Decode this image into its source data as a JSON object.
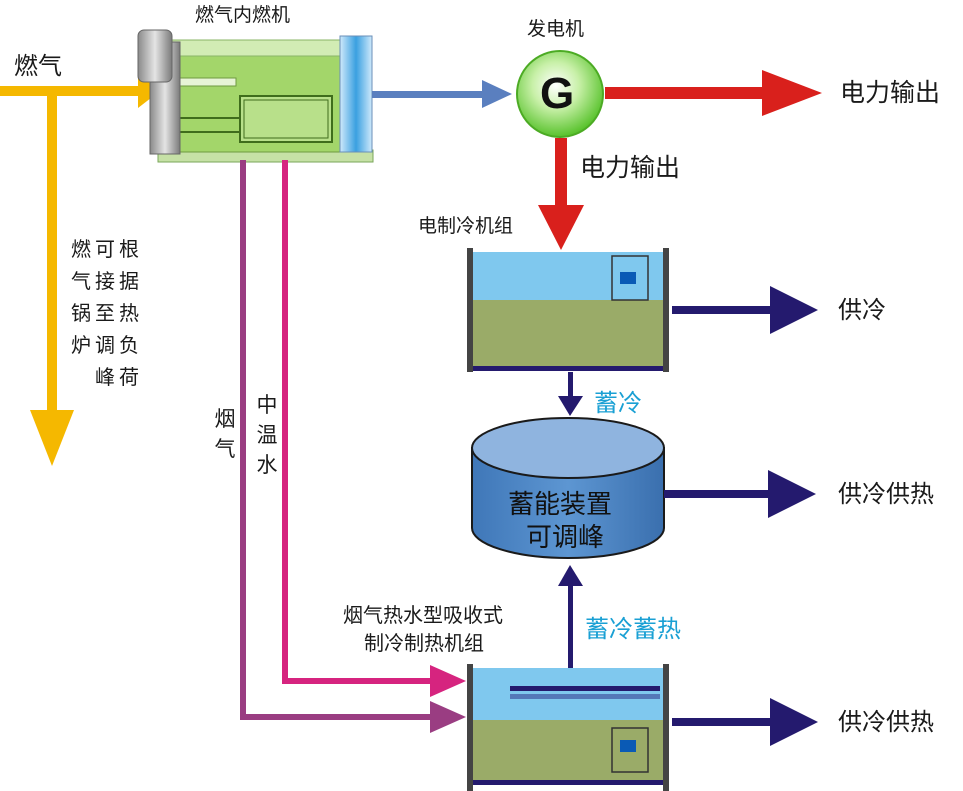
{
  "labels": {
    "engine": "燃气内燃机",
    "generator": "发电机",
    "generator_symbol": "G",
    "gas_in": "燃气",
    "power_out_right": "电力输出",
    "power_out_down": "电力输出",
    "electric_chiller": "电制冷机组",
    "supply_cool": "供冷",
    "store_cool": "蓄冷",
    "storage_line1": "蓄能装置",
    "storage_line2": "可调峰",
    "supply_cool_heat_mid": "供冷供热",
    "store_cool_heat": "蓄冷蓄热",
    "absorption_line1": "烟气热水型吸收式",
    "absorption_line2": "制冷制热机组",
    "supply_cool_heat_bottom": "供冷供热",
    "flue_gas": "烟气",
    "mid_temp_water": "中温水",
    "boiler_col1": "燃气锅炉",
    "boiler_col2": "可接至调峰",
    "boiler_col3": "根据热负荷"
  },
  "colors": {
    "gas_arrow": "#f5b800",
    "power_arrow": "#d9201c",
    "engine_to_gen": "#5a7fbf",
    "supply_arrow": "#241a6e",
    "flue_gas_line": "#9a3d82",
    "mid_water_line": "#d6247f",
    "unit_top": "#7fc8ee",
    "unit_bottom": "#9aab68",
    "storage_fill": "#4a86c6",
    "storage_top": "#8fb4df",
    "label_cyan": "#1aa0d4",
    "generator_green": "#6ccf3c",
    "engine_green": "#a3d66a"
  }
}
